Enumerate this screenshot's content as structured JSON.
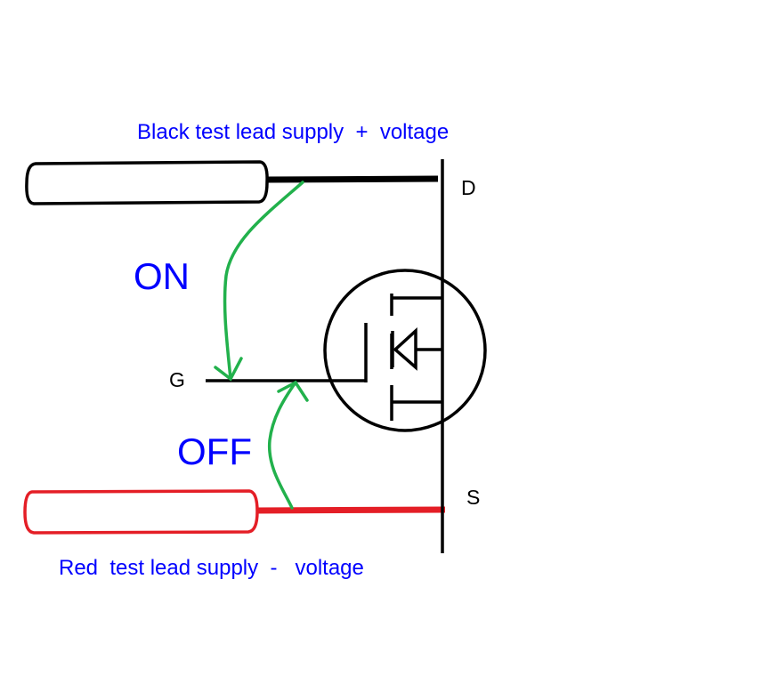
{
  "labels": {
    "black_lead_caption": "Black test lead supply  +  voltage",
    "red_lead_caption": "Red  test lead supply  -   voltage",
    "on": "ON",
    "off": "OFF",
    "drain": "D",
    "gate": "G",
    "source": "S"
  },
  "colors": {
    "text_blue": "#0000ff",
    "black_lead": "#000000",
    "red_lead": "#e41e26",
    "arrow_green": "#22b14c",
    "circuit": "#000000"
  }
}
